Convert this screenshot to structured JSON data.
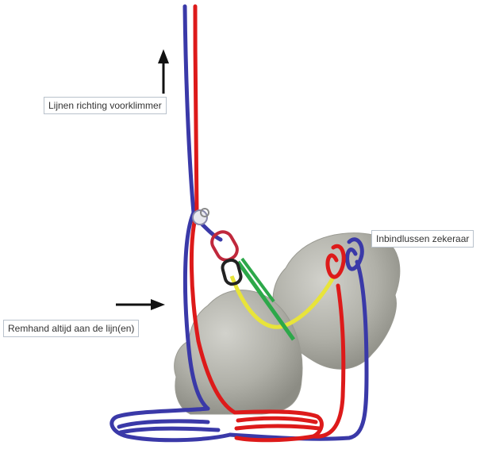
{
  "labels": {
    "top": "Lijnen richting voorklimmer",
    "left": "Remhand altijd aan de lijn(en)",
    "right": "Inbindlussen zekeraar"
  },
  "colors": {
    "rope_red": "#dd1a1a",
    "rope_blue": "#3a39a8",
    "sling_yellow": "#e8e43a",
    "sling_green": "#2da84a",
    "carabiner": "#c0283c",
    "rock": "#b4b4ac"
  },
  "icons": [
    "arrow-up-icon",
    "arrow-right-icon",
    "belay-device-icon",
    "carabiner-icon",
    "rock-icon"
  ]
}
